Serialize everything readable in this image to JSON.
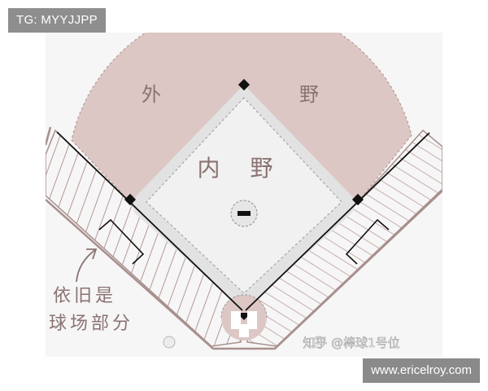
{
  "overlays": {
    "top_left_tag": "TG: MYYJJPP",
    "bottom_right_site": "www.ericelroy.com"
  },
  "diagram": {
    "outfield_chars": [
      "外",
      "野"
    ],
    "infield_label": "内 野",
    "annotation_lines": [
      "依旧是",
      "球场部分"
    ],
    "watermark": "知乎 @棒球1号位"
  },
  "colors": {
    "outfield": "#dcc7c5",
    "infield": "#f1f1f1",
    "infield_edge": "#e0e0e0",
    "hatch": "#b49896",
    "line": "#111111",
    "handwriting": "#8a7371",
    "background": "#ffffff"
  }
}
